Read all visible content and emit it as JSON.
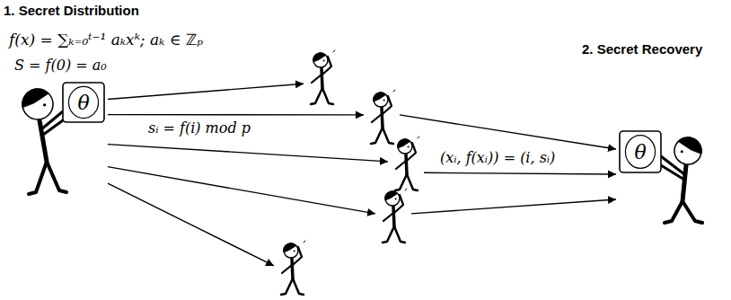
{
  "diagram": {
    "nodes": [
      {
        "text": [
          "θ"
        ]
      },
      {
        "text": []
      },
      {
        "text": []
      },
      {
        "text": []
      },
      {
        "text": []
      },
      {
        "text": []
      },
      {
        "text": [
          "θ"
        ]
      }
    ],
    "edges": [
      {
        "from": 0,
        "to": 1,
        "arrow": "to"
      },
      {
        "from": 0,
        "to": 2,
        "arrow": "to"
      },
      {
        "from": 0,
        "to": 3,
        "arrow": "to",
        "label": "sᵢ = f(i) mod p"
      },
      {
        "from": 0,
        "to": 4,
        "arrow": "to"
      },
      {
        "from": 0,
        "to": 5,
        "arrow": "to"
      },
      {
        "from": 2,
        "to": 6,
        "arrow": "to"
      },
      {
        "from": 3,
        "to": 6,
        "arrow": "to",
        "label": "(xᵢ, f(xᵢ)) = (i, sᵢ)"
      },
      {
        "from": 4,
        "to": 6,
        "arrow": "to"
      }
    ],
    "labels": [
      "1. Secret Distribution",
      "f(x) = ∑ₖ₌₀ᵗ⁻¹ aₖxᵏ; aₖ ∈ ℤₚ",
      "S = f(0) = a₀",
      "2. Secret Recovery"
    ]
  }
}
